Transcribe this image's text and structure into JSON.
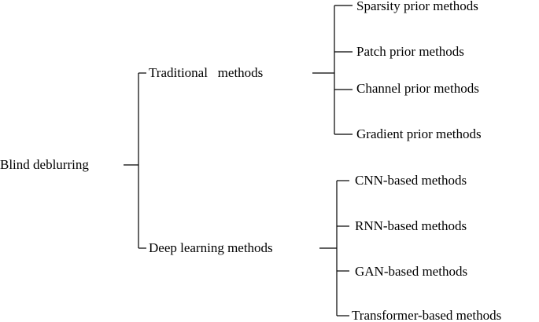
{
  "root": {
    "label": "Blind deblurring"
  },
  "branches": [
    {
      "label": "Traditional   methods",
      "children": [
        "Sparsity prior methods",
        "Patch prior methods",
        "Channel prior methods",
        "Gradient prior methods"
      ]
    },
    {
      "label": "Deep learning methods",
      "children": [
        "CNN-based methods",
        "RNN-based methods",
        "GAN-based methods",
        "Transformer-based methods"
      ]
    }
  ]
}
